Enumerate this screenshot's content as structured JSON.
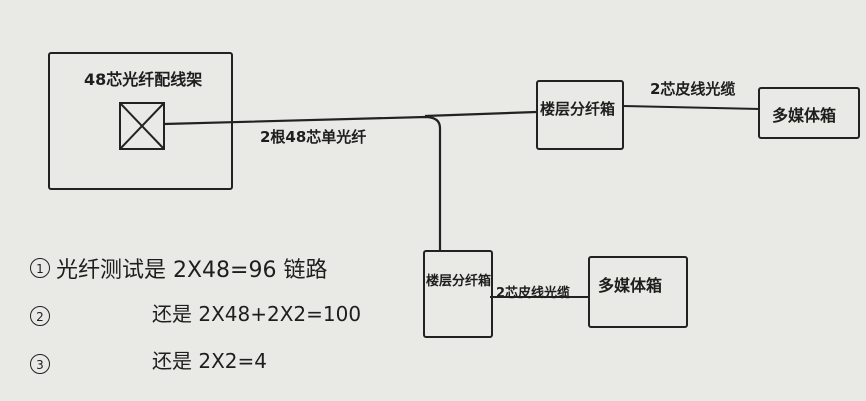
{
  "boxes": {
    "distribution_frame": "48芯光纤配线架",
    "floor_box_1": "楼层分纤箱",
    "floor_box_2": "楼层分纤箱",
    "multimedia_box_1": "多媒体箱",
    "multimedia_box_2": "多媒体箱"
  },
  "edges": {
    "trunk_cable": "2根48芯单光纤",
    "drop_cable_1": "2芯皮线光缆",
    "drop_cable_2": "2芯皮线光缆"
  },
  "notes": [
    {
      "num": "1",
      "text": "光纤测试是 2X48=96 链路"
    },
    {
      "num": "2",
      "text": "还是 2X48+2X2=100"
    },
    {
      "num": "3",
      "text": "还是  2X2=4"
    }
  ],
  "colors": {
    "ink": "#222222",
    "paper": "#e9e9e5"
  }
}
